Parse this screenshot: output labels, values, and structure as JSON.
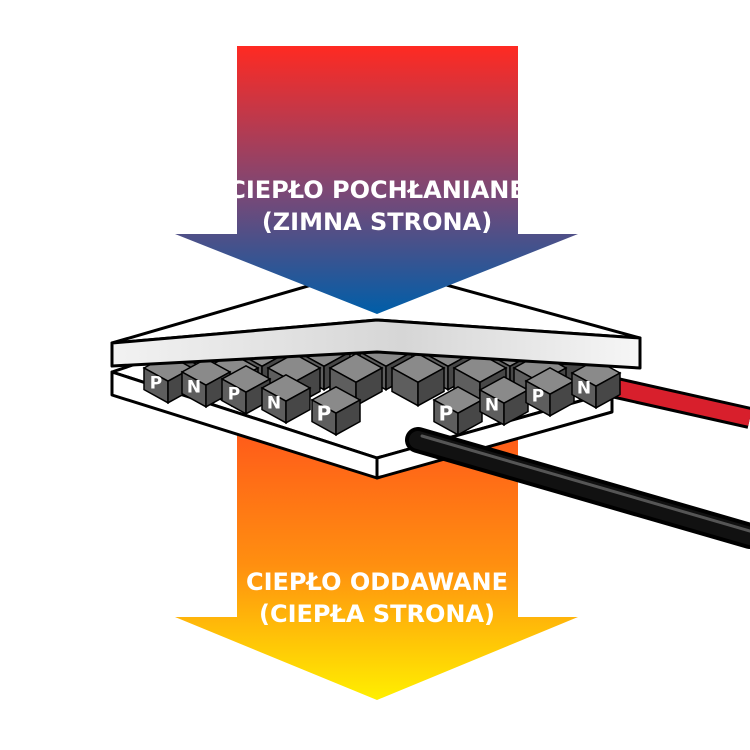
{
  "arrows": {
    "top": {
      "line1": "CIEPŁO POCHŁANIANE",
      "line2": "(ZIMNA STRONA)",
      "color_top": "#ff2a22",
      "color_mid": "#7a4876",
      "color_bottom": "#005ea8"
    },
    "bottom": {
      "line1": "CIEPŁO ODDAWANE",
      "line2": "(CIEPŁA STRONA)",
      "color_top": "#ff5a1a",
      "color_mid": "#ff8f10",
      "color_bottom": "#ffef00"
    }
  },
  "module": {
    "front_row_letters": [
      "P",
      "N",
      "P",
      "N",
      "P",
      "P",
      "N",
      "P",
      "N"
    ],
    "plate_color": "#ffffff",
    "element_color": "#5e5e5e"
  },
  "wires": {
    "red": "#d81f2c",
    "black": "#111111"
  }
}
